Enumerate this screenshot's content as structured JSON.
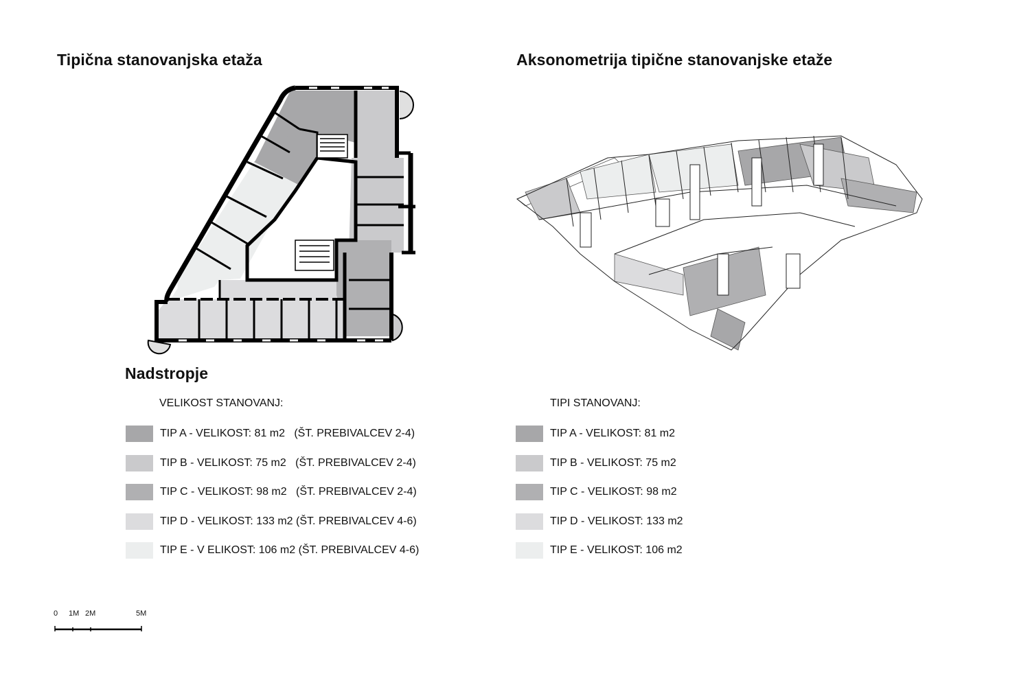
{
  "titles": {
    "plan": "Tipična stanovanjska etaža",
    "axonometry": "Aksonometrija tipične stanovanjske etaže",
    "floor": "Nadstropje"
  },
  "legend_left": {
    "heading": "VELIKOST STANOVANJ:",
    "items": [
      {
        "label": "TIP A - VELIKOST: 81 m2   (ŠT. PREBIVALCEV 2-4)",
        "color": "#a7a7a9"
      },
      {
        "label": "TIP B - VELIKOST: 75 m2   (ŠT. PREBIVALCEV 2-4)",
        "color": "#cacacc"
      },
      {
        "label": "TIP C - VELIKOST: 98 m2   (ŠT. PREBIVALCEV 2-4)",
        "color": "#b0b0b2"
      },
      {
        "label": "TIP D - VELIKOST: 133 m2 (ŠT. PREBIVALCEV 4-6)",
        "color": "#dcdcde"
      },
      {
        "label": "TIP E - V ELIKOST: 106 m2 (ŠT. PREBIVALCEV 4-6)",
        "color": "#eceeee"
      }
    ]
  },
  "legend_right": {
    "heading": "TIPI STANOVANJ:",
    "items": [
      {
        "label": "TIP A - VELIKOST: 81 m2",
        "color": "#a7a7a9"
      },
      {
        "label": "TIP B - VELIKOST: 75 m2",
        "color": "#cacacc"
      },
      {
        "label": "TIP C - VELIKOST: 98 m2",
        "color": "#b0b0b2"
      },
      {
        "label": "TIP D - VELIKOST: 133 m2",
        "color": "#dcdcde"
      },
      {
        "label": "TIP E - VELIKOST: 106 m2",
        "color": "#eceeee"
      }
    ]
  },
  "scale": {
    "labels": [
      "0",
      "1M",
      "2M",
      "5M"
    ]
  }
}
